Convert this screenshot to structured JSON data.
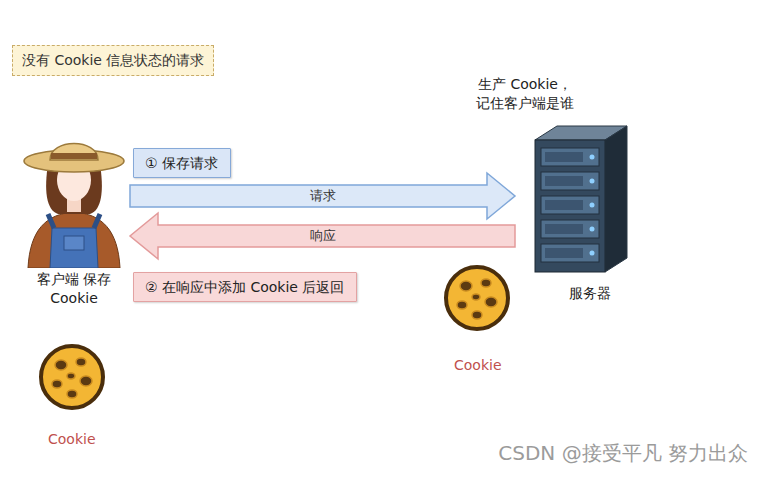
{
  "diagram": {
    "title": "没有 Cookie 信息状态的请求",
    "nodes": [
      {
        "text": [
          "客户端 保存 Cookie"
        ]
      },
      {
        "text": [
          "生产 Cookie， 记住客户端是谁",
          "服务器"
        ]
      },
      {
        "text": [
          "① 保存请求"
        ]
      },
      {
        "text": [
          "② 在响应中添加 Cookie 后返回"
        ]
      }
    ],
    "edges": [
      {
        "from": 0,
        "to": 1,
        "arrow": "to",
        "label": "请求"
      },
      {
        "from": 1,
        "to": 0,
        "arrow": "to",
        "label": "响应"
      }
    ],
    "labels": [
      "Cookie",
      "Cookie",
      "CSDN @接受平凡 努力出众"
    ]
  }
}
